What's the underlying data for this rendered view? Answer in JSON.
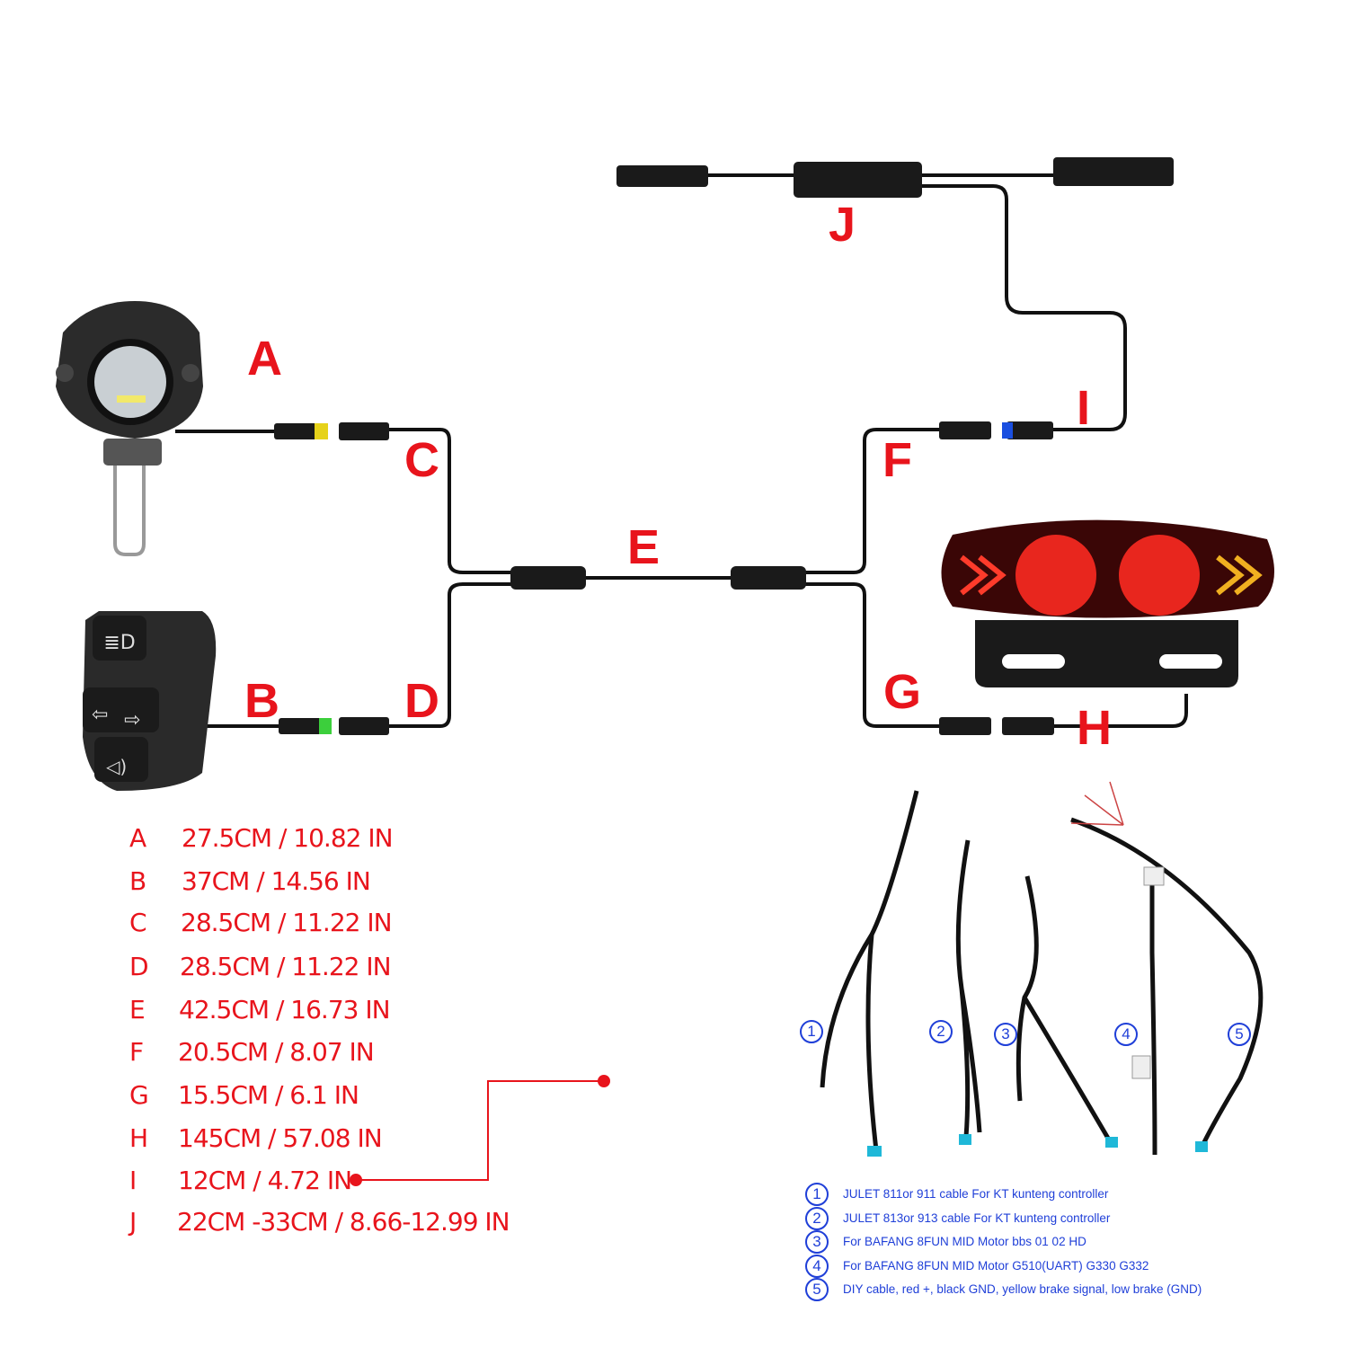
{
  "labels": {
    "A": "A",
    "B": "B",
    "C": "C",
    "D": "D",
    "E": "E",
    "F": "F",
    "G": "G",
    "H": "H",
    "I": "I",
    "J": "J"
  },
  "specs": [
    {
      "key": "A",
      "value": "27.5CM / 10.82 IN"
    },
    {
      "key": "B",
      "value": "37CM / 14.56 IN"
    },
    {
      "key": "C",
      "value": "28.5CM / 11.22 IN"
    },
    {
      "key": "D",
      "value": "28.5CM / 11.22 IN"
    },
    {
      "key": "E",
      "value": "42.5CM / 16.73 IN"
    },
    {
      "key": "F",
      "value": "20.5CM / 8.07 IN"
    },
    {
      "key": "G",
      "value": "15.5CM / 6.1 IN"
    },
    {
      "key": "H",
      "value": "145CM / 57.08 IN"
    },
    {
      "key": "I",
      "value": "12CM / 4.72 IN"
    },
    {
      "key": "J",
      "value": "22CM -33CM / 8.66-12.99 IN"
    }
  ],
  "cable_numbers": [
    "1",
    "2",
    "3",
    "4",
    "5"
  ],
  "legend": [
    {
      "num": "1",
      "text": "JULET 811or 911 cable For KT kunteng controller"
    },
    {
      "num": "2",
      "text": "JULET 813or 913 cable For KT kunteng controller"
    },
    {
      "num": "3",
      "text": "For BAFANG 8FUN MID Motor bbs 01 02 HD"
    },
    {
      "num": "4",
      "text": "For BAFANG 8FUN MID Motor G510(UART)  G330 G332"
    },
    {
      "num": "5",
      "text": "DIY cable, red +, black GND, yellow brake signal, low brake (GND)"
    }
  ],
  "colors": {
    "label_red": "#e8141c",
    "legend_blue": "#1f3fd8",
    "cable": "#111111",
    "yellow_connector": "#e6d21a",
    "green_connector": "#3ccf3c",
    "blue_connector": "#1a4fe0",
    "cyan_connector": "#1fb8d8"
  }
}
